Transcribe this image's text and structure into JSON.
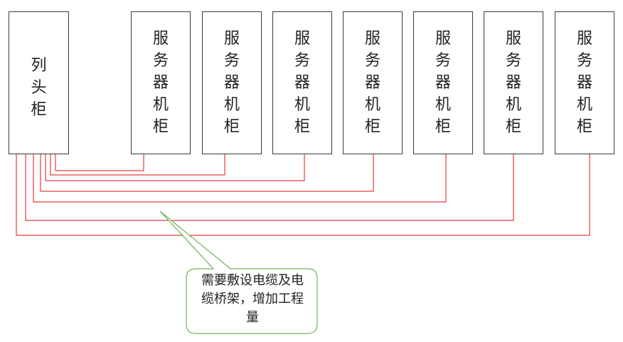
{
  "head_cabinet": {
    "label": "列头柜"
  },
  "server_cabinets": [
    {
      "label": "服务器机柜"
    },
    {
      "label": "服务器机柜"
    },
    {
      "label": "服务器机柜"
    },
    {
      "label": "服务器机柜"
    },
    {
      "label": "服务器机柜"
    },
    {
      "label": "服务器机柜"
    },
    {
      "label": "服务器机柜"
    }
  ],
  "callout": {
    "text": "需要敷设电缆及电缆桥架，增加工程量"
  },
  "colors": {
    "cable": "#e23c3c",
    "callout_border": "#6fb35a",
    "box_border": "#3a3a3a"
  }
}
